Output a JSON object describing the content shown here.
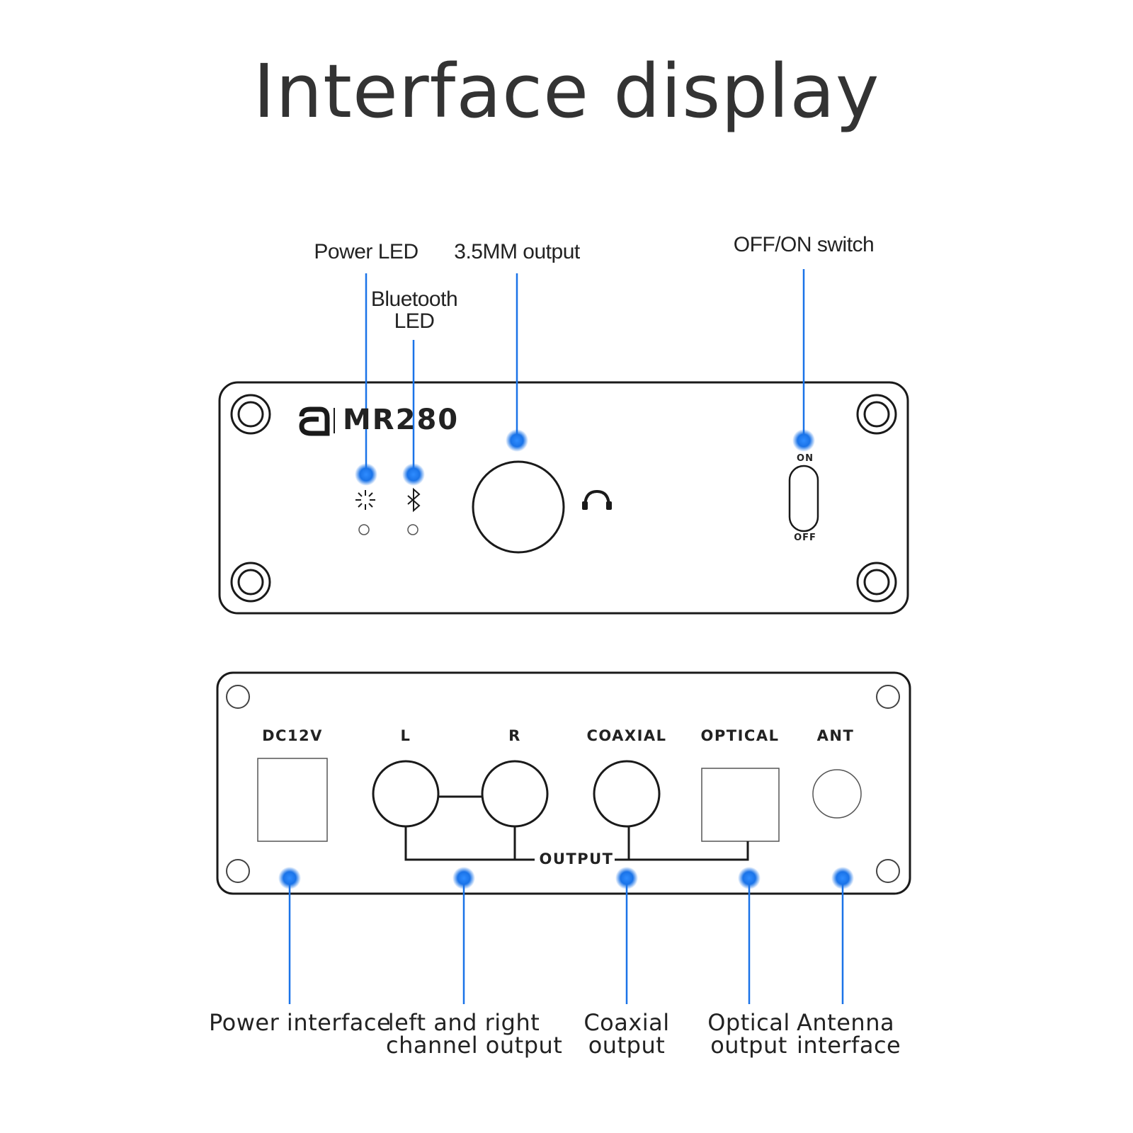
{
  "title": "Interface display",
  "accent_color": "#1a73e8",
  "front_panel": {
    "brand": "MR280",
    "brand_logo": "a-logo-icon",
    "switch_on_label": "ON",
    "switch_off_label": "OFF"
  },
  "rear_panel": {
    "dc_label": "DC12V",
    "left_label": "L",
    "right_label": "R",
    "coaxial_label": "COAXIAL",
    "optical_label": "OPTICAL",
    "ant_label": "ANT",
    "output_label": "OUTPUT"
  },
  "callouts_top": {
    "power_led": "Power LED",
    "bluetooth_led_line1": "Bluetooth",
    "bluetooth_led_line2": "LED",
    "output_35mm": "3.5MM output",
    "switch": "OFF/ON switch"
  },
  "callouts_bottom": {
    "power_interface": "Power interface",
    "lr_line1": "left and right",
    "lr_line2": "channel output",
    "coaxial_line1": "Coaxial",
    "coaxial_line2": "output",
    "optical_line1": "Optical",
    "optical_line2": "output",
    "antenna_line1": "Antenna",
    "antenna_line2": "interface"
  }
}
